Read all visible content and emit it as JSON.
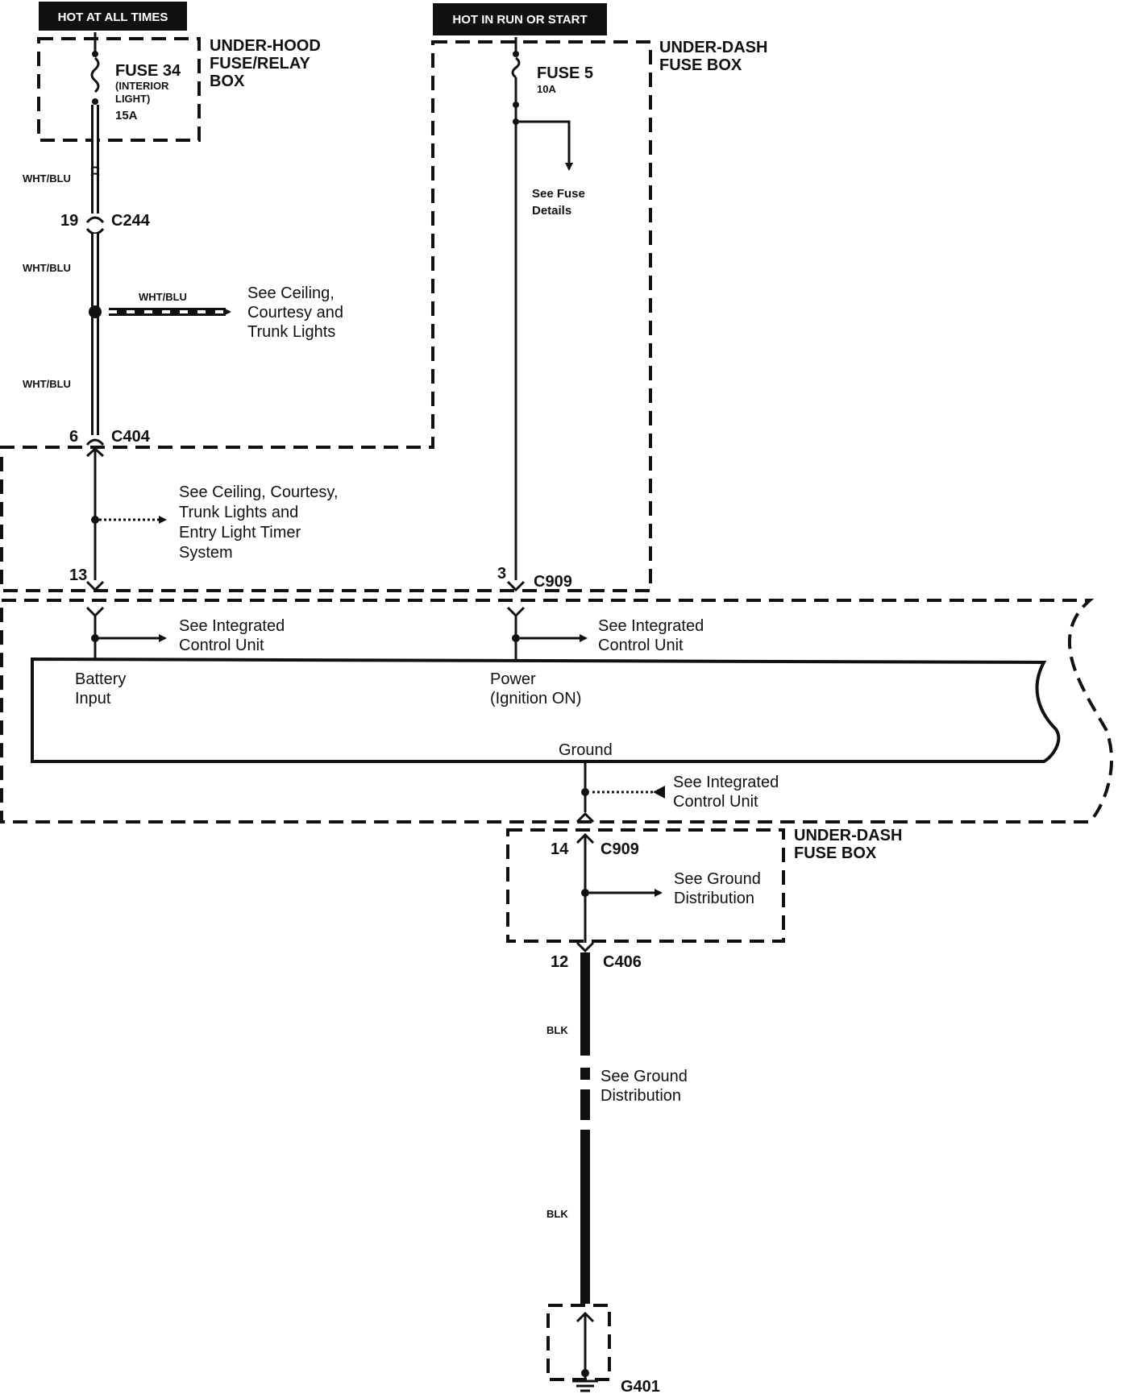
{
  "headers": {
    "hot_all_times": "HOT AT ALL TIMES",
    "hot_run_start": "HOT IN RUN OR START"
  },
  "boxes": {
    "under_hood": [
      "UNDER-HOOD",
      "FUSE/RELAY",
      "BOX"
    ],
    "under_dash_top": [
      "UNDER-DASH",
      "FUSE BOX"
    ],
    "under_dash_bottom": [
      "UNDER-DASH",
      "FUSE BOX"
    ]
  },
  "fuses": {
    "fuse34": {
      "name": "FUSE 34",
      "desc1": "(INTERIOR",
      "desc2": "LIGHT)",
      "rating": "15A"
    },
    "fuse5": {
      "name": "FUSE 5",
      "rating": "10A"
    }
  },
  "wires": {
    "wht_blu_1": "WHT/BLU",
    "wht_blu_2": "WHT/BLU",
    "wht_blu_3": "WHT/BLU",
    "wht_blu_4": "WHT/BLU",
    "blk_1": "BLK",
    "blk_2": "BLK"
  },
  "connectors": {
    "c244": {
      "pin": "19",
      "id": "C244"
    },
    "c404": {
      "pin": "6",
      "id": "C404"
    },
    "c909_13": {
      "pin": "13"
    },
    "c909_3": {
      "pin": "3",
      "id": "C909"
    },
    "c909_14": {
      "pin": "14",
      "id": "C909"
    },
    "c406": {
      "pin": "12",
      "id": "C406"
    },
    "g401": {
      "id": "G401"
    }
  },
  "refs": {
    "fuse_details": [
      "See Fuse",
      "Details"
    ],
    "ceiling_courtesy_trunk": [
      "See Ceiling,",
      "Courtesy and",
      "Trunk Lights"
    ],
    "ceiling_entry": [
      "See Ceiling, Courtesy,",
      "Trunk Lights and",
      "Entry Light Timer",
      "System"
    ],
    "icu_1": [
      "See Integrated",
      "Control Unit"
    ],
    "icu_2": [
      "See Integrated",
      "Control Unit"
    ],
    "icu_3": [
      "See Integrated",
      "Control Unit"
    ],
    "ground_dist_1": [
      "See Ground",
      "Distribution"
    ],
    "ground_dist_2": [
      "See Ground",
      "Distribution"
    ]
  },
  "unit": {
    "battery_input": [
      "Battery",
      "Input"
    ],
    "power": [
      "Power",
      "(Ignition ON)"
    ],
    "ground": "Ground"
  }
}
